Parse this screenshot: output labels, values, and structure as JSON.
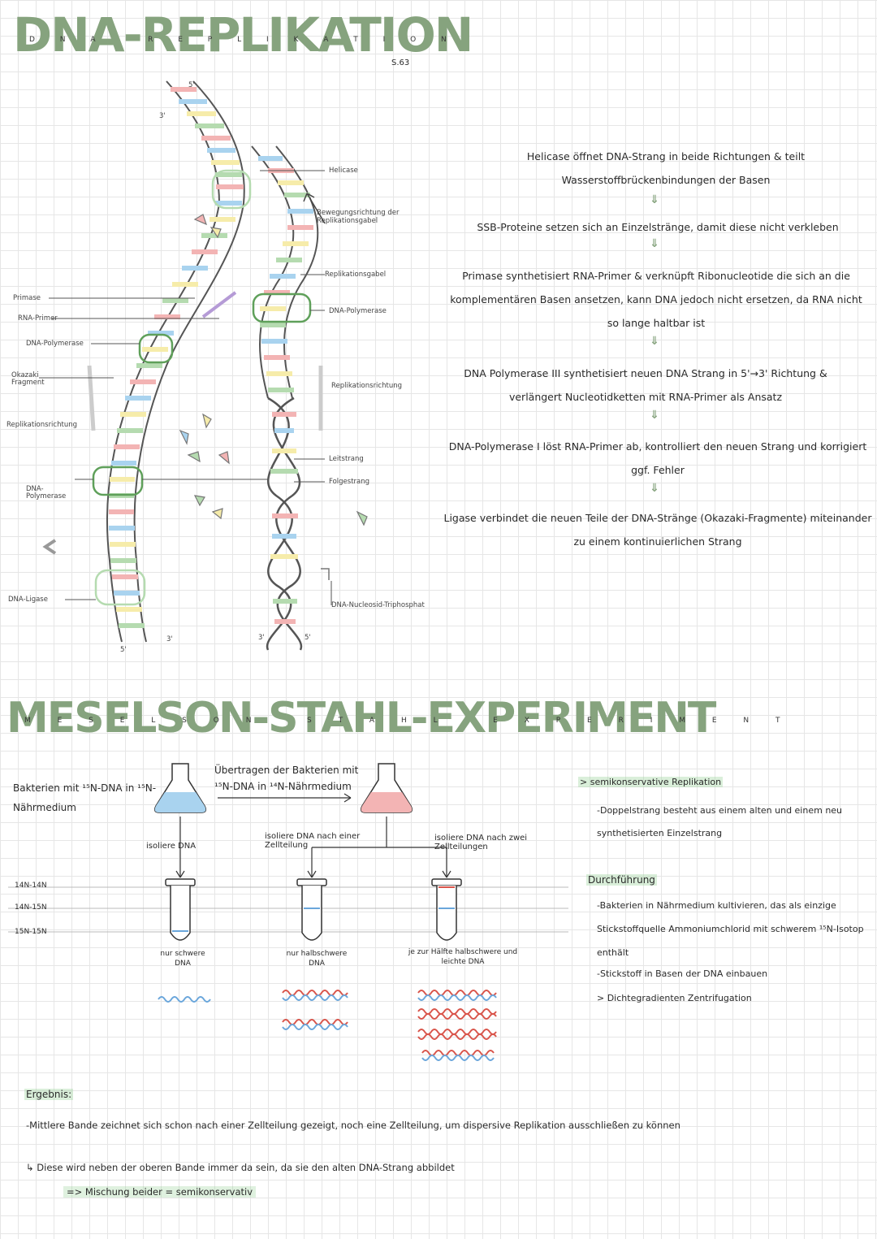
{
  "replication": {
    "title": "DNA-REPLIKATION",
    "page_ref": "S.63",
    "labels_left": {
      "primase": "Primase",
      "rna_primer": "RNA-Primer",
      "dna_polymerase_top": "DNA-Polymerase",
      "okazaki": "Okazaki Fragment",
      "direction": "Replikationsrichtung",
      "dna_polymerase_bottom": "DNA-Polymerase",
      "ligase": "DNA-Ligase"
    },
    "labels_right": {
      "helicase": "Helicase",
      "movement": "Bewegungsrichtung der Replikationsgabel",
      "fork": "Replikationsgabel",
      "polymerase": "DNA-Polymerase",
      "direction": "Replikationsrichtung",
      "leading": "Leitstrang",
      "lagging": "Folgestrang",
      "ntp": "DNA-Nucleosid-Triphosphat"
    },
    "ends": {
      "five": "5'",
      "three": "3'"
    },
    "steps": [
      "Helicase öffnet DNA-Strang in beide Richtungen & teilt Wasserstoffbrückenbindungen der Basen",
      "SSB-Proteine setzen sich an Einzelstränge, damit diese nicht verkleben",
      "Primase synthetisiert RNA-Primer & verknüpft Ribonucleotide die sich an die komplementären Basen ansetzen, kann DNA jedoch nicht ersetzen, da RNA nicht so lange haltbar ist",
      "DNA Polymerase III synthetisiert neuen DNA Strang in 5'→3' Richtung & verlängert Nucleotidketten mit RNA-Primer als Ansatz",
      "DNA-Polymerase I löst RNA-Primer ab, kontrolliert den neuen Strang und korrigiert ggf. Fehler",
      "Ligase verbindet die neuen Teile der DNA-Stränge (Okazaki-Fragmente) miteinander zu einem kontinuierlichen Strang"
    ]
  },
  "meselson": {
    "title": "MESELSON-STAHL-EXPERIMENT",
    "bacteria_text": "Bakterien mit ¹⁵N-DNA in ¹⁵N-Nährmedium",
    "transfer_text": "Übertragen der Bakterien mit ¹⁵N-DNA in ¹⁴N-Nährmedium",
    "isolate_1": "isoliere DNA",
    "isolate_2": "isoliere DNA nach einer Zellteilung",
    "isolate_3": "isoliere DNA nach zwei Zellteilungen",
    "bands": [
      "14N-14N",
      "14N-15N",
      "15N-15N"
    ],
    "result_1": "nur schwere DNA",
    "result_2": "nur halbschwere DNA",
    "result_3": "je zur Hälfte halbschwere und leichte DNA",
    "notes_title": "> semikonservative Replikation",
    "notes_1": "-Doppelstrang besteht aus einem alten und einem neu synthetisierten Einzelstrang",
    "procedure_title": "Durchführung",
    "procedure": [
      "-Bakterien in Nährmedium kultivieren, das als einzige Stickstoffquelle Ammoniumchlorid mit schwerem ¹⁵N-Isotop enthält",
      "-Stickstoff in Basen der DNA einbauen",
      "> Dichtegradienten Zentrifugation"
    ],
    "result_title": "Ergebnis:",
    "result_lines": [
      "-Mittlere Bande zeichnet sich schon nach einer Zellteilung gezeigt, noch eine Zellteilung, um dispersive Replikation ausschließen zu können",
      "↳ Diese wird neben der oberen Bande immer da sein, da sie den alten DNA-Strang abbildet",
      "=> Mischung beider = semikonservativ"
    ]
  },
  "colors": {
    "accent": "#86a37e",
    "blue": "#a9d3ef",
    "pink": "#f3b4b4",
    "yellow": "#f6ecaa",
    "green": "#b5dbb0",
    "red": "#d9554b"
  }
}
